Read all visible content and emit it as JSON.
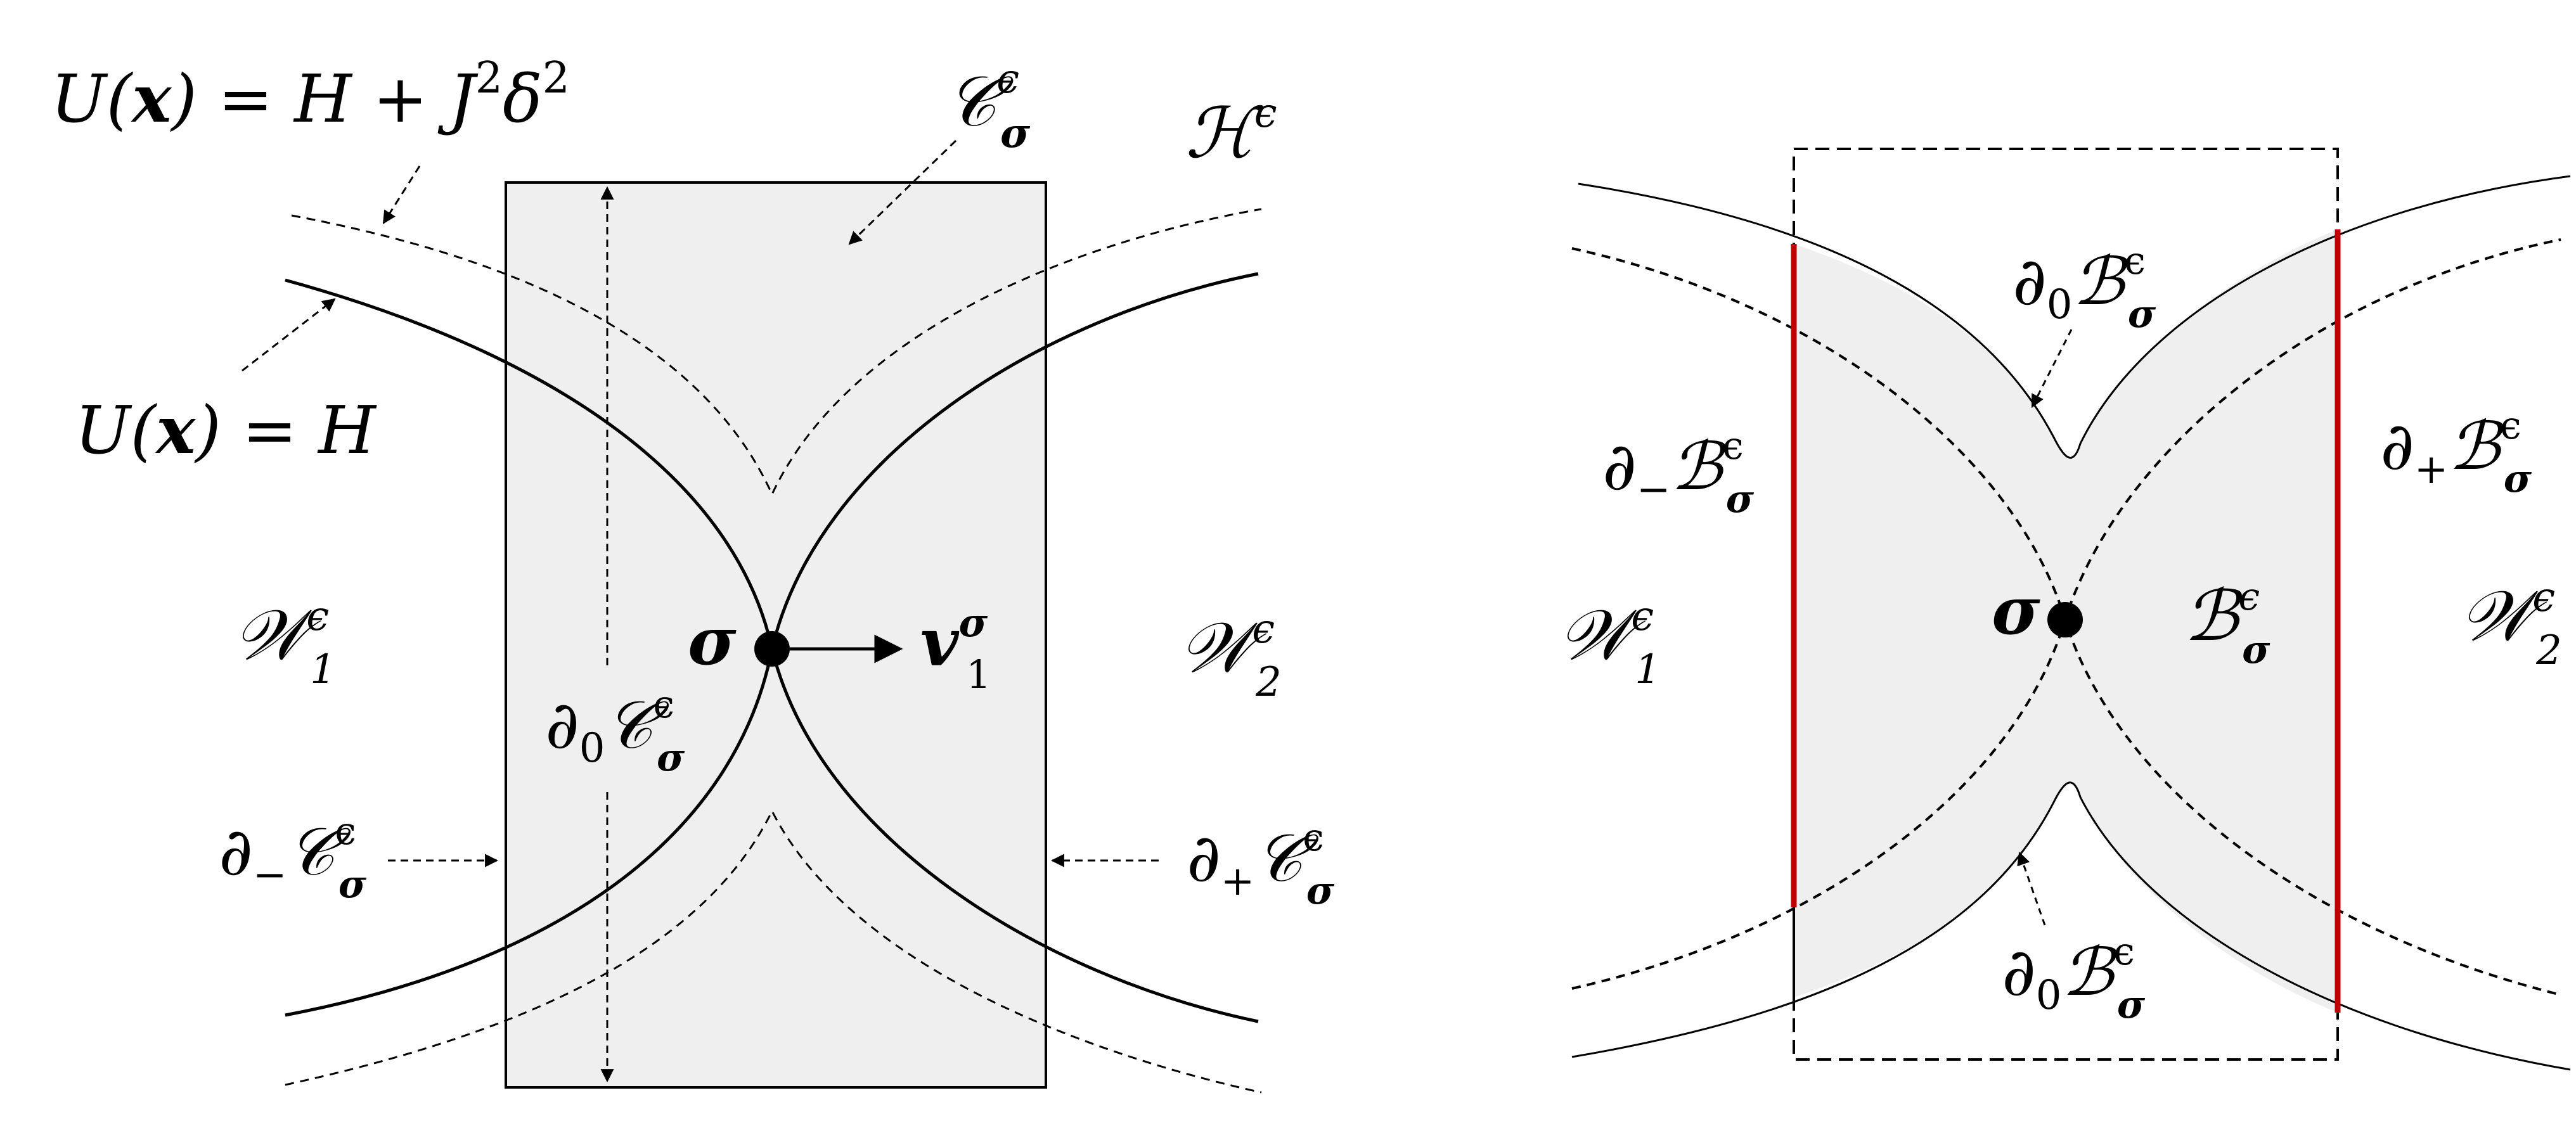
{
  "left": {
    "label_U_H": {
      "pre": "U(",
      "x": "x",
      "post": ") = H"
    },
    "label_U_HJ": {
      "pre": "U(",
      "x": "x",
      "post": ") = H + J",
      "sup1": "2",
      "mid": "δ",
      "sup2": "2"
    },
    "label_C_eps": {
      "main": "𝒞",
      "sup": "ϵ",
      "sub": "σ"
    },
    "label_H_eps": {
      "main": "ℋ",
      "sup": "ϵ"
    },
    "label_W1": {
      "main": "𝒲",
      "sup": "ϵ",
      "sub": "1"
    },
    "label_W2": {
      "main": "𝒲",
      "sup": "ϵ",
      "sub": "2"
    },
    "label_sigma": "σ",
    "label_v1": {
      "main": "v",
      "sup": "σ",
      "sub": "1"
    },
    "label_d0C": {
      "pre": "∂",
      "sub0": "0",
      "main": "𝒞",
      "sup": "ϵ",
      "sub": "σ"
    },
    "label_dmC": {
      "pre": "∂",
      "sub0": "−",
      "main": "𝒞",
      "sup": "ϵ",
      "sub": "σ"
    },
    "label_dpC": {
      "pre": "∂",
      "sub0": "+",
      "main": "𝒞",
      "sup": "ϵ",
      "sub": "σ"
    }
  },
  "right": {
    "label_d0B_top": {
      "pre": "∂",
      "sub0": "0",
      "main": "ℬ",
      "sup": "ϵ",
      "sub": "σ"
    },
    "label_d0B_bottom": {
      "pre": "∂",
      "sub0": "0",
      "main": "ℬ",
      "sup": "ϵ",
      "sub": "σ"
    },
    "label_dmB": {
      "pre": "∂",
      "sub0": "−",
      "main": "ℬ",
      "sup": "ϵ",
      "sub": "σ"
    },
    "label_dpB": {
      "pre": "∂",
      "sub0": "+",
      "main": "ℬ",
      "sup": "ϵ",
      "sub": "σ"
    },
    "label_B": {
      "main": "ℬ",
      "sup": "ϵ",
      "sub": "σ"
    },
    "label_sigma": "σ",
    "label_W1": {
      "main": "𝒲",
      "sup": "ϵ",
      "sub": "1"
    },
    "label_W2": {
      "main": "𝒲",
      "sup": "ϵ",
      "sub": "2"
    }
  },
  "colors": {
    "region_fill": "#efefef",
    "stroke": "#000000",
    "boundary_red": "#c00000"
  }
}
